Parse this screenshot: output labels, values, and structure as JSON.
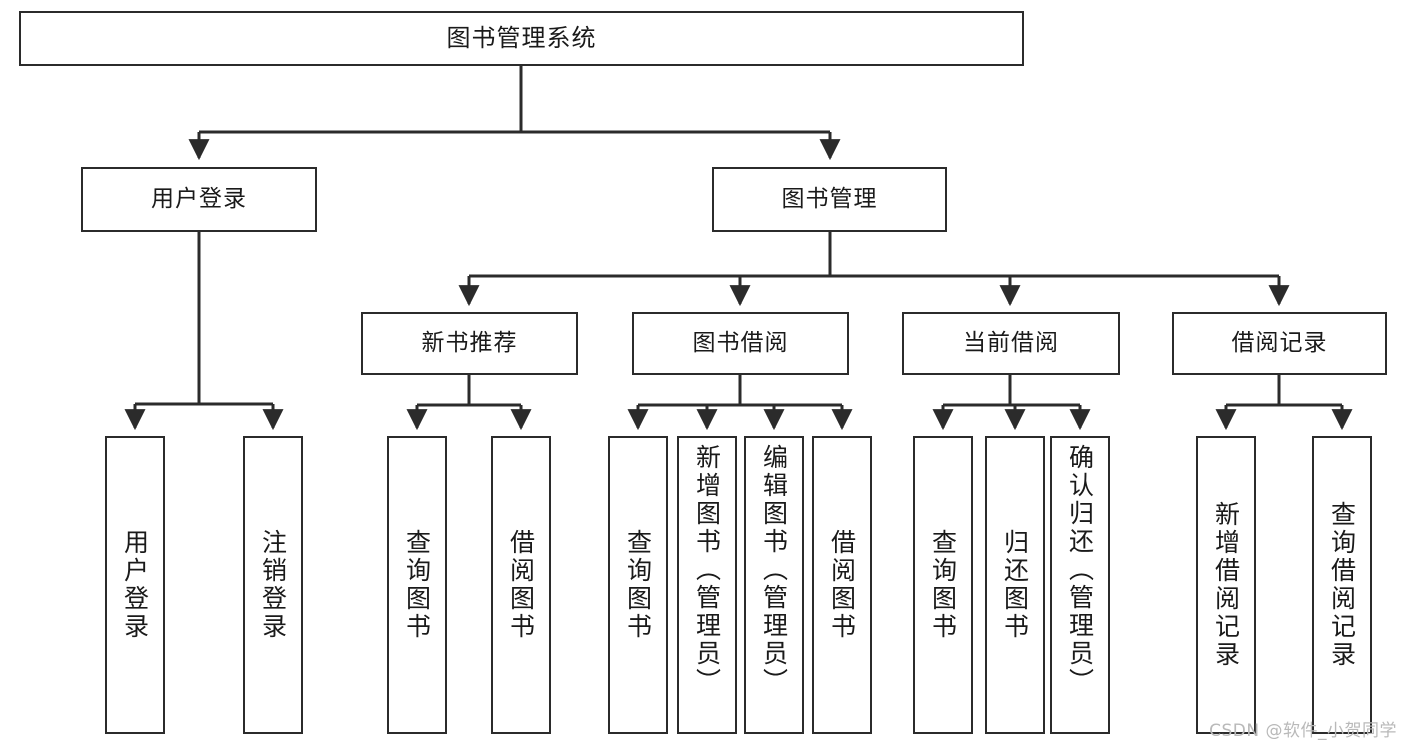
{
  "diagram": {
    "type": "tree-hierarchy",
    "title": "图书管理系统",
    "orientation": "top-down",
    "colors": {
      "box_border": "#2b2b2b",
      "box_fill": "#ffffff",
      "edge": "#2b2b2b",
      "text": "#1a1a1a",
      "watermark": "#b9b9b9",
      "background": "#ffffff"
    },
    "root": {
      "label": "图书管理系统"
    },
    "level2": [
      {
        "label": "用户登录"
      },
      {
        "label": "图书管理"
      }
    ],
    "level3": [
      {
        "label": "新书推荐"
      },
      {
        "label": "图书借阅"
      },
      {
        "label": "当前借阅"
      },
      {
        "label": "借阅记录"
      }
    ],
    "leaves": {
      "user_login": [
        {
          "label": "用户登录"
        },
        {
          "label": "注销登录"
        }
      ],
      "new_book_recommend": [
        {
          "label": "查询图书"
        },
        {
          "label": "借阅图书"
        }
      ],
      "book_borrow": [
        {
          "label": "查询图书"
        },
        {
          "label": "新增图书（管理员）"
        },
        {
          "label": "编辑图书（管理员）"
        },
        {
          "label": "借阅图书"
        }
      ],
      "current_borrow": [
        {
          "label": "查询图书"
        },
        {
          "label": "归还图书"
        },
        {
          "label": "确认归还（管理员）"
        }
      ],
      "borrow_record": [
        {
          "label": "新增借阅记录"
        },
        {
          "label": "查询借阅记录"
        }
      ]
    }
  },
  "watermark": {
    "text": "CSDN @软件_小贺同学"
  }
}
